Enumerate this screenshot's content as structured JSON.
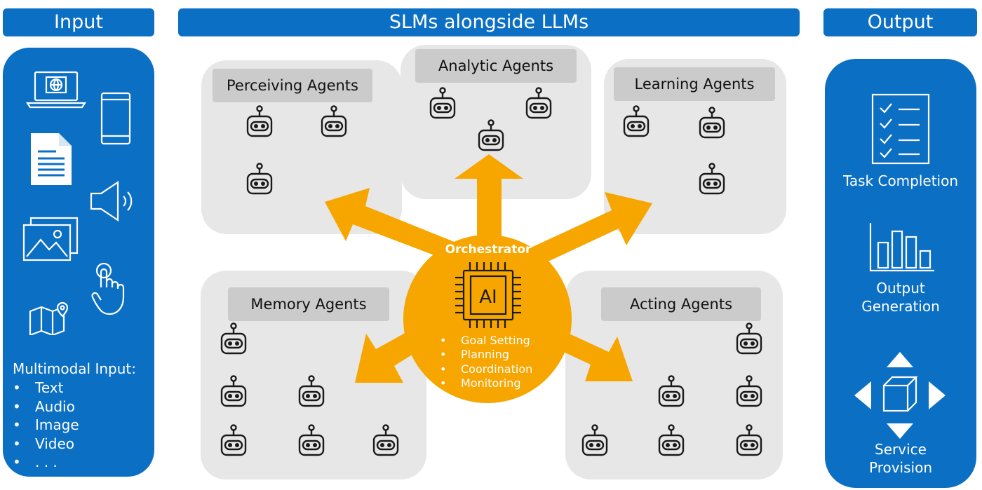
{
  "headers": {
    "input": "Input",
    "middle": "SLMs alongside LLMs",
    "output": "Output"
  },
  "agent_groups": {
    "perceiving": "Perceiving Agents",
    "analytic": "Analytic Agents",
    "learning": "Learning Agents",
    "memory": "Memory Agents",
    "acting": "Acting Agents"
  },
  "orchestrator": {
    "title": "Orchestrator",
    "chip_label": "AI",
    "tasks": [
      "Goal Setting",
      "Planning",
      "Coordination",
      "Monitoring"
    ]
  },
  "input_panel": {
    "title": "Multimodal Input:",
    "items": [
      "Text",
      "Audio",
      "Image",
      "Video",
      ". . ."
    ],
    "icons": [
      "laptop-globe-icon",
      "tablet-icon",
      "document-icon",
      "speaker-icon",
      "image-gallery-icon",
      "touch-hand-icon",
      "map-icon"
    ]
  },
  "output_panel": {
    "task_completion": "Task Completion",
    "output_generation": "Output Generation",
    "service_provision": "Service Provision",
    "icons": [
      "checklist-icon",
      "bar-chart-icon",
      "cube-arrows-icon"
    ]
  },
  "colors": {
    "blue": "#0b6fc4",
    "orange": "#f7a600",
    "box_gray": "#e7e7e7",
    "label_gray": "#cbcbcb"
  }
}
